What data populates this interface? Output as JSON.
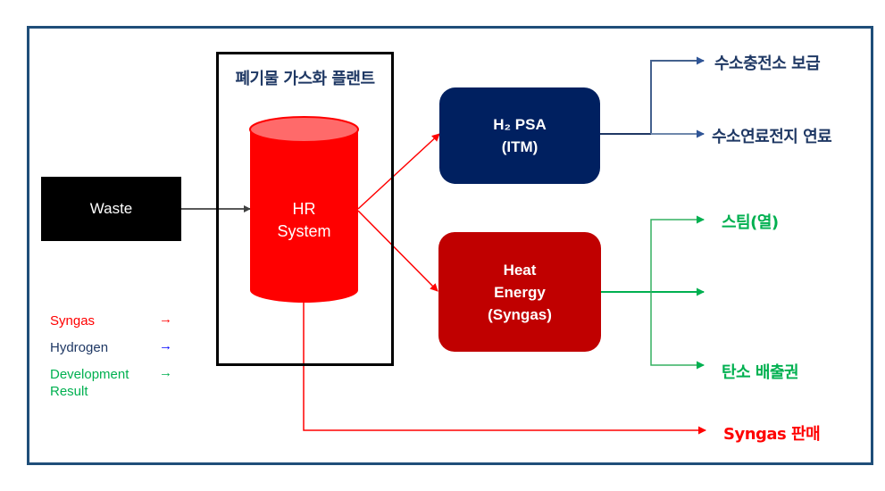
{
  "colors": {
    "frame": "#1F4E79",
    "syngas": "#FF0000",
    "hydrogen": "#1F3864",
    "hydrogen_arrow": "#0000FF",
    "development": "#00B050",
    "h2_box": "#002060",
    "heat_box": "#C00000",
    "cylinder": "#FF0000",
    "cylinder_top": "#FF6666"
  },
  "nodes": {
    "waste": "Waste",
    "plant_title": "폐기물 가스화 플랜트",
    "hr_system": [
      "HR",
      "System"
    ],
    "h2_psa": [
      "H₂ PSA",
      "(ITM)"
    ],
    "heat_energy": [
      "Heat",
      "Energy",
      "(Syngas)"
    ]
  },
  "outputs": {
    "hydrogen_station": "수소충전소 보급",
    "fuel_cell": "수소연료전지 연료",
    "steam": "스팀(열)",
    "carbon_credit": "탄소 배출권",
    "syngas_sale": "Syngas 판매"
  },
  "legend": [
    {
      "label": "Syngas",
      "arrow": "→"
    },
    {
      "label": "Hydrogen",
      "arrow": "→"
    },
    {
      "label": "Development Result",
      "arrow": "→"
    }
  ]
}
